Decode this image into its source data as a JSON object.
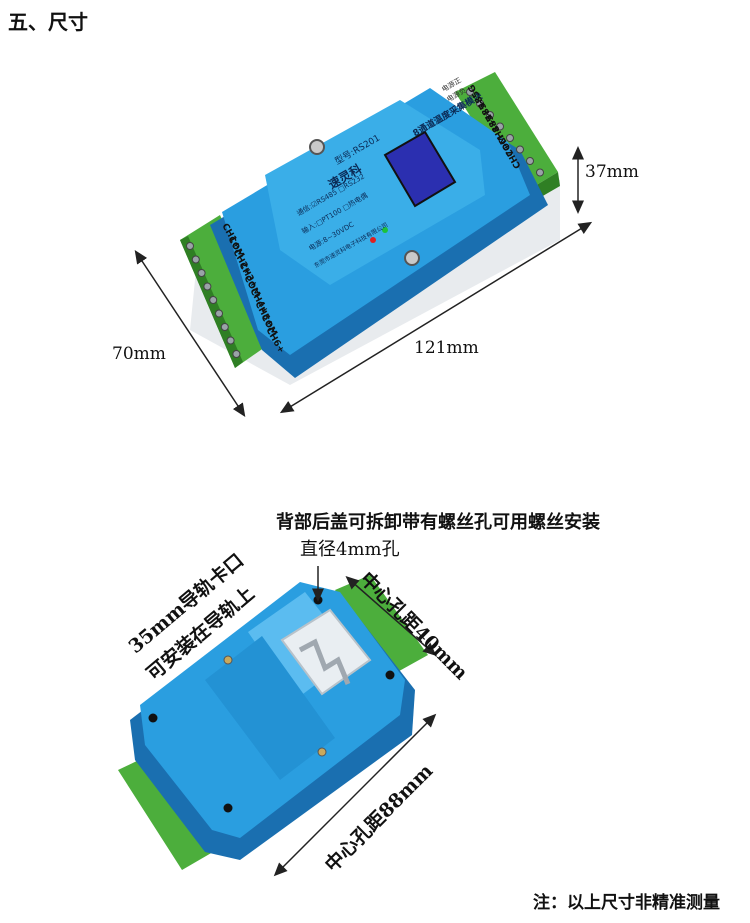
{
  "section_title": "五、尺寸",
  "dimensions": {
    "height": "37mm",
    "width": "70mm",
    "length": "121mm"
  },
  "device_front": {
    "brand": "速灵科",
    "model": "型号:RS201",
    "title": "8通道温度采集模块",
    "channels_left": [
      "CH1+",
      "COM",
      "CH2+",
      "CH3+",
      "COM",
      "CH4+",
      "CH5+",
      "COM",
      "CH6+"
    ],
    "channels_right": [
      "CH7+",
      "COM",
      "CH8+",
      "485+",
      "485-",
      "485G"
    ],
    "power_labels": [
      "电源正",
      "电源负"
    ],
    "input_line": "输入:□PT100 □热电偶",
    "comm_line": "通信:☑RS485 □RS232",
    "power_line": "电源:8~30VDC",
    "company": "东莞市速灵科电子科技有限公司"
  },
  "back_annotations": {
    "top_note": "背部后盖可拆卸带有螺丝孔可用螺丝安装",
    "hole_note": "直径4mm孔",
    "rail_line1": "35mm导轨卡口",
    "rail_line2": "可安装在导轨上",
    "hole_spacing_short": "中心孔距40mm",
    "hole_spacing_long": "中心孔距88mm"
  },
  "footer_note": "注：以上尺寸非精准测量",
  "colors": {
    "housing_blue": "#2a9ee0",
    "housing_dark": "#1a6fb0",
    "terminal_green": "#4cae3c",
    "terminal_dark": "#2f7f24",
    "screen_blue": "#2b2fb0"
  }
}
